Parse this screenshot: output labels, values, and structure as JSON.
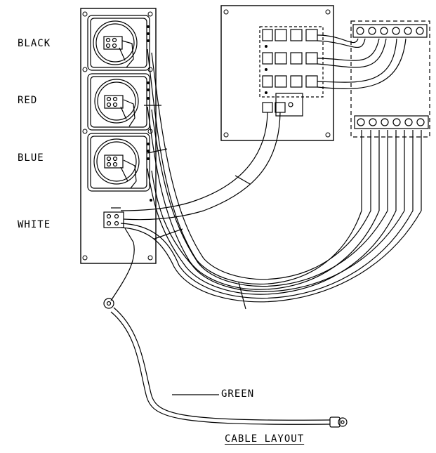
{
  "labels": {
    "black": "BLACK",
    "red": "RED",
    "blue": "BLUE",
    "white": "WHITE",
    "green": "GREEN",
    "title": "CABLE LAYOUT"
  },
  "colors": {
    "line": "#000000",
    "background": "#ffffff"
  }
}
